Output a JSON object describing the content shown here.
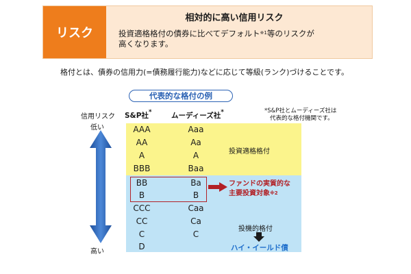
{
  "header": {
    "tag": "リスク",
    "title": "相対的に高い信用リスク",
    "desc_line1": "投資適格格付の債券に比べてデフォルト",
    "desc_sup": "※1",
    "desc_line1_end": "等のリスクが",
    "desc_line2": "高くなります。"
  },
  "intro": "格付とは、債券の信用力(=債務履行能力)などに応じて等級(ランク)づけることです。",
  "examples_title": "代表的な格付の例",
  "axis": {
    "label": "信用リスク",
    "low": "低い",
    "high": "高い"
  },
  "columns": {
    "sp": "S&P社",
    "moodys": "ムーディーズ社",
    "mark": "*"
  },
  "note": {
    "line1": "*S&P社とムーディーズ社は",
    "line2": "代表的な格付機関です。"
  },
  "ratings": {
    "sp": [
      "AAA",
      "AA",
      "A",
      "BBB",
      "BB",
      "B",
      "CCC",
      "CC",
      "C",
      "D"
    ],
    "moodys": [
      "Aaa",
      "Aa",
      "A",
      "Baa",
      "Ba",
      "B",
      "Caa",
      "Ca",
      "C"
    ]
  },
  "labels": {
    "investment_grade": "投資適格格付",
    "speculative_grade": "投機的格付",
    "high_yield": "ハイ・イールド債"
  },
  "focus": {
    "line1": "ファンドの実質的な",
    "line2": "主要投資対象",
    "sup": "※2"
  },
  "colors": {
    "accent_orange": "#ee7d1c",
    "header_bg": "#fde8d3",
    "investment_band": "#fbf48c",
    "speculative_band": "#bfe3f6",
    "arrow_blue": "#2b62b4",
    "highlight_red": "#b22126",
    "high_yield_blue": "#1f6fcc"
  }
}
